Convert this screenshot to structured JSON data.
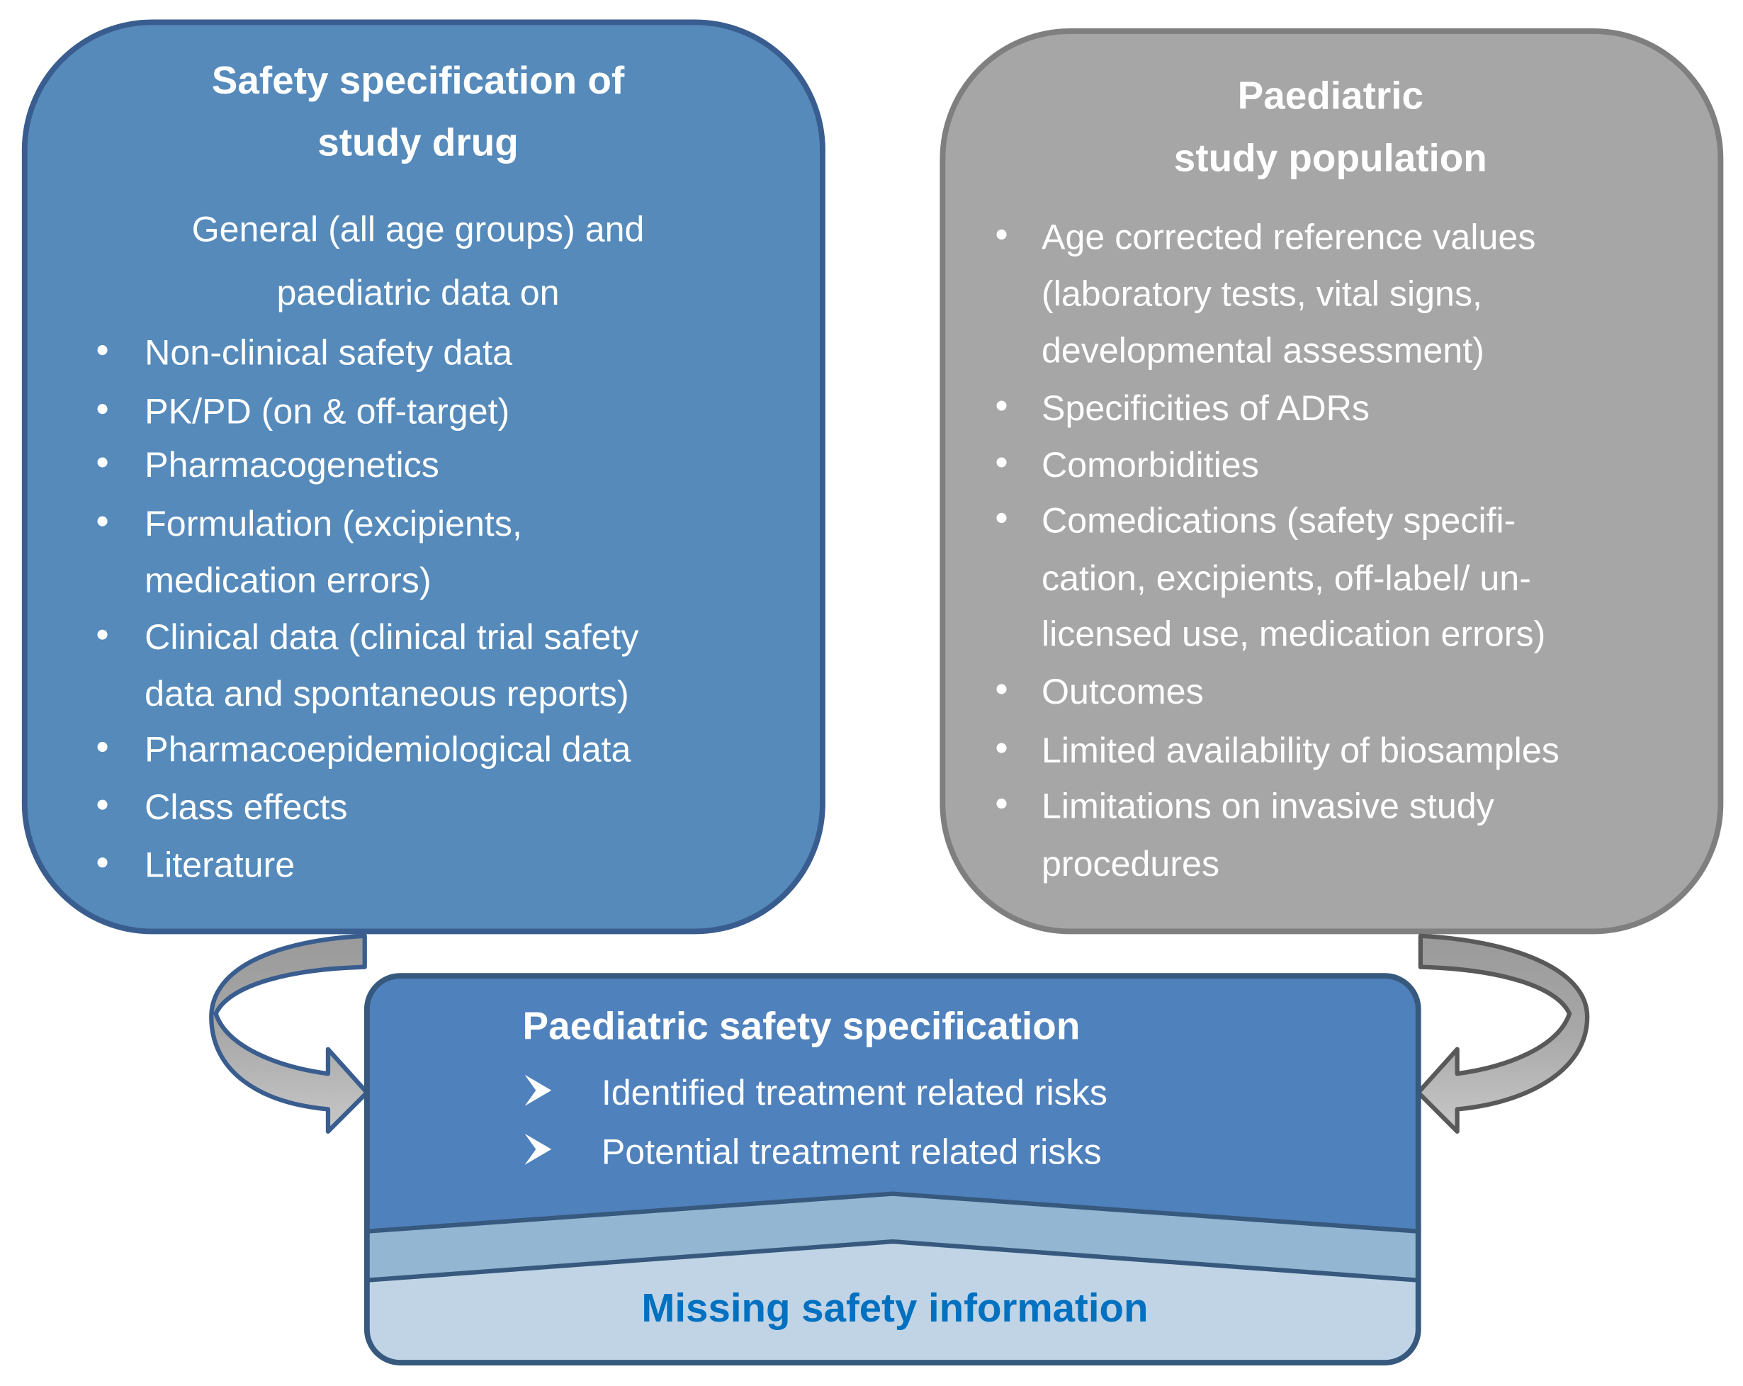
{
  "colors": {
    "drug_box": "#558ABB",
    "population_box": "#A6A6A6",
    "result_box": "#4F81BD",
    "missing_band": "#93B6D2",
    "missing_area": "#C0D4E6",
    "missing_text": "#0070C0"
  },
  "drug_box": {
    "title_lines": [
      "Safety specification of",
      "study drug"
    ],
    "intro_lines": [
      "General (all age groups) and",
      "paediatric data on"
    ],
    "bullet_lines": [
      {
        "bullet": true,
        "text": "Non-clinical safety data"
      },
      {
        "bullet": true,
        "text": "PK/PD (on & off-target)"
      },
      {
        "bullet": true,
        "text": "Pharmacogenetics"
      },
      {
        "bullet": true,
        "text": "Formulation (excipients,"
      },
      {
        "bullet": false,
        "text": "medication errors)"
      },
      {
        "bullet": true,
        "text": "Clinical data (clinical trial safety"
      },
      {
        "bullet": false,
        "text": "data and spontaneous reports)"
      },
      {
        "bullet": true,
        "text": "Pharmacoepidemiological data"
      },
      {
        "bullet": true,
        "text": "Class effects"
      },
      {
        "bullet": true,
        "text": "Literature"
      }
    ]
  },
  "population_box": {
    "title_lines": [
      "Paediatric",
      "study population"
    ],
    "bullet_lines": [
      {
        "bullet": true,
        "text": "Age corrected reference values"
      },
      {
        "bullet": false,
        "text": "(laboratory tests, vital signs,"
      },
      {
        "bullet": false,
        "text": "developmental assessment)"
      },
      {
        "bullet": true,
        "text": "Specificities of ADRs"
      },
      {
        "bullet": true,
        "text": "Comorbidities"
      },
      {
        "bullet": true,
        "text": "Comedications (safety specifi-"
      },
      {
        "bullet": false,
        "text": "cation, excipients, off-label/ un-"
      },
      {
        "bullet": false,
        "text": "licensed use, medication errors)"
      },
      {
        "bullet": true,
        "text": "Outcomes"
      },
      {
        "bullet": true,
        "text": "Limited availability of biosamples"
      },
      {
        "bullet": true,
        "text": "Limitations on invasive study"
      },
      {
        "bullet": false,
        "text": "procedures"
      }
    ]
  },
  "result_box": {
    "title": "Paediatric safety specification",
    "items": [
      "Identified treatment related risks",
      "Potential treatment related risks"
    ],
    "missing_label": "Missing safety information"
  },
  "icons": {
    "bullet": "bullet-dot-icon",
    "item_marker": "arrowhead-bullet-icon",
    "connector": "curved-arrow-icon"
  }
}
